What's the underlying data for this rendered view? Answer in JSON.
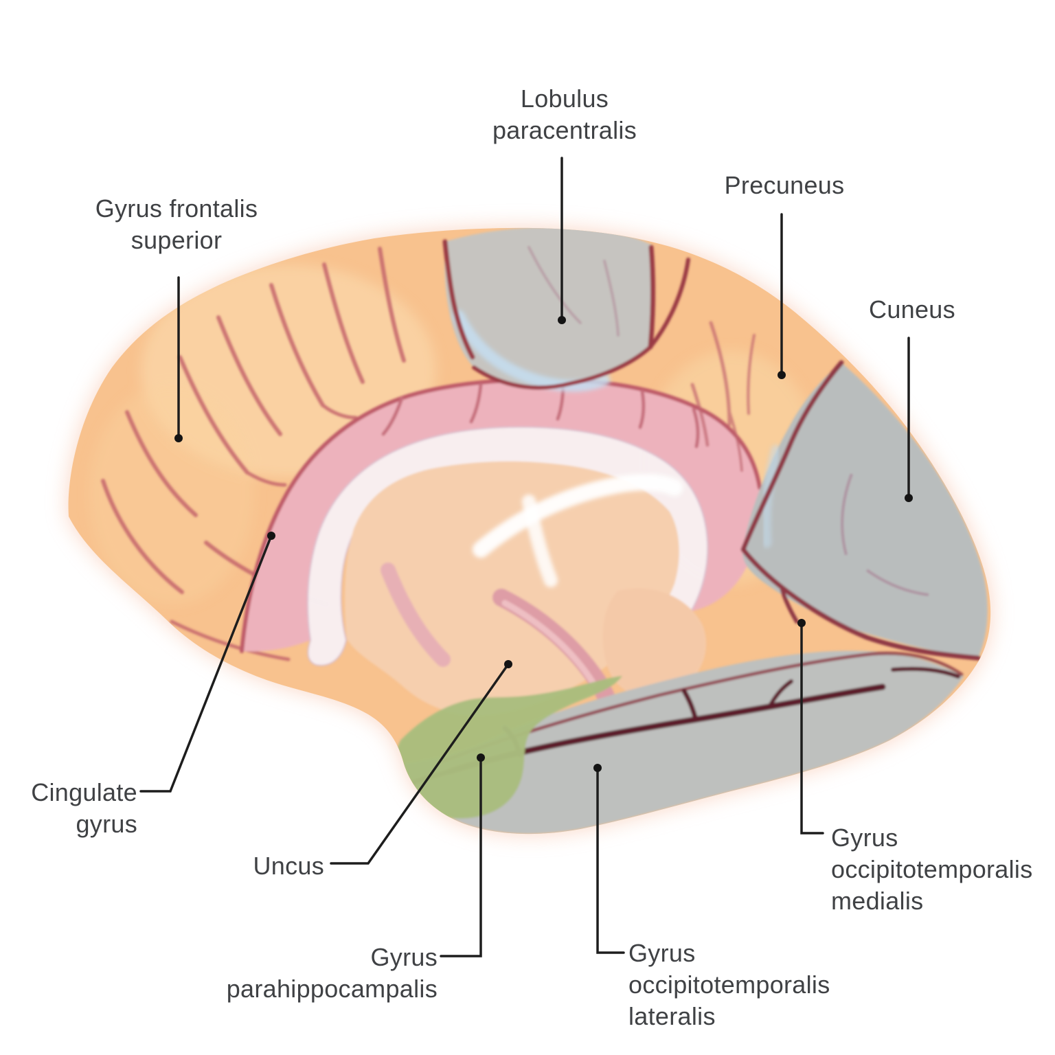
{
  "figure": {
    "background": "#ffffff",
    "text_color": "#3f4144",
    "leader_color": "#1d1d1d"
  },
  "palette": {
    "cortex_orange": "#F8C28E",
    "cortex_highlight": "#FBDFB2",
    "paracentral_gray": "#C6C4C0",
    "cuneus_gray": "#B9BDBD",
    "occipitotemporal_gray": "#BEC0BE",
    "cingulate_pink": "#EDB2BC",
    "corpus_callosum_white": "#F8F0F3",
    "inner_peach": "#F6CFAE",
    "hippocampus_pink": "#DE9DA6",
    "uncus_green": "#A9BD7E",
    "sulcus_red": "#C4646C",
    "sulcus_dark": "#8E3845",
    "accent_blue": "#C5DEF1"
  },
  "labels": [
    {
      "id": "gyrus-frontalis-superior",
      "lines": [
        "Gyrus frontalis",
        "superior"
      ]
    },
    {
      "id": "lobulus-paracentralis",
      "lines": [
        "Lobulus",
        "paracentralis"
      ]
    },
    {
      "id": "precuneus",
      "lines": [
        "Precuneus"
      ]
    },
    {
      "id": "cuneus",
      "lines": [
        "Cuneus"
      ]
    },
    {
      "id": "cingulate-gyrus",
      "lines": [
        "Cingulate",
        "gyrus"
      ]
    },
    {
      "id": "uncus",
      "lines": [
        "Uncus"
      ]
    },
    {
      "id": "gyrus-parahippocampalis",
      "lines": [
        "Gyrus",
        "parahippocampalis"
      ]
    },
    {
      "id": "gyrus-occipitotemporalis-lateralis",
      "lines": [
        "Gyrus",
        "occipitotemporalis",
        "lateralis"
      ]
    },
    {
      "id": "gyrus-occipitotemporalis-medialis",
      "lines": [
        "Gyrus",
        "occipitotemporalis",
        "medialis"
      ]
    }
  ]
}
